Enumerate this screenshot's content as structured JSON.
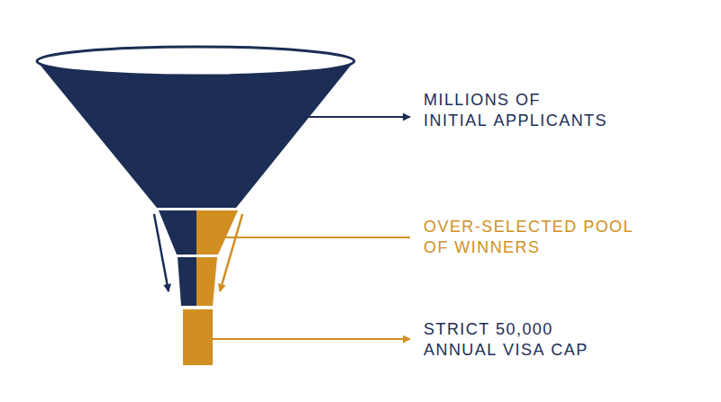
{
  "diagram": {
    "labels": [
      "MILLIONS OF INITIAL APPLICANTS",
      "OVER-SELECTED POOL OF WINNERS",
      "STRICT 50,000 ANNUAL VISA CAP"
    ]
  }
}
